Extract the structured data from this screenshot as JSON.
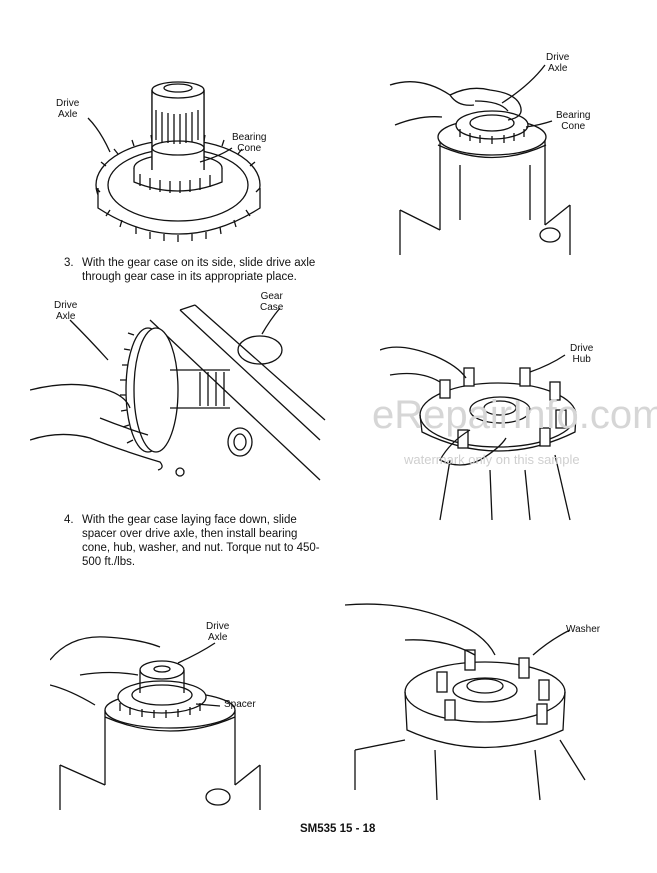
{
  "figures": {
    "fig1": {
      "drive_axle_label": "Drive\nAxle",
      "bearing_cone_label": "Bearing\nCone"
    },
    "fig2": {
      "drive_axle_label": "Drive\nAxle",
      "bearing_cone_label": "Bearing\nCone"
    },
    "fig3": {
      "drive_axle_label": "Drive\nAxle",
      "gear_case_label": "Gear\nCase"
    },
    "fig4": {
      "drive_hub_label": "Drive\nHub"
    },
    "fig5": {
      "drive_axle_label": "Drive\nAxle",
      "spacer_label": "Spacer"
    },
    "fig6": {
      "washer_label": "Washer"
    }
  },
  "steps": [
    {
      "number": "3.",
      "text": "With the gear case on its side, slide drive axle through gear case in its appropriate place."
    },
    {
      "number": "4.",
      "text": "With the gear case laying face down, slide spacer over drive axle, then install bearing cone, hub, washer, and nut.  Torque nut to 450-500 ft./lbs."
    }
  ],
  "watermark": {
    "site": "eRepairInfo.com",
    "note": "watermark only on this sample"
  },
  "footer": {
    "page_ref": "SM535  15 - 18"
  }
}
